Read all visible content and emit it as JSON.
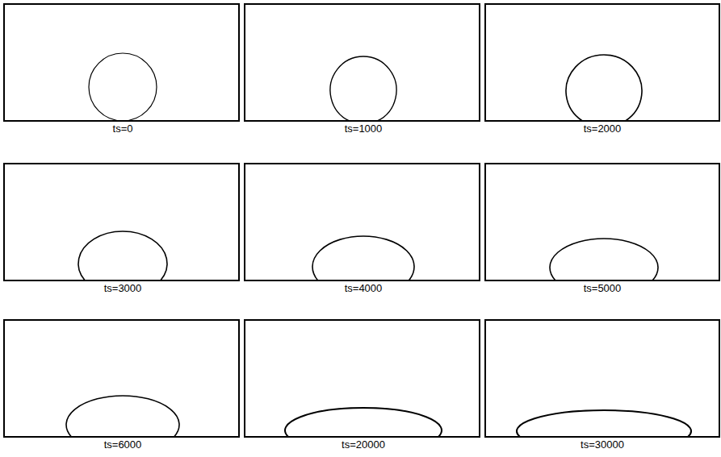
{
  "diagram": {
    "labels": [
      "ts=0",
      "ts=1000",
      "ts=2000",
      "ts=3000",
      "ts=4000",
      "ts=5000",
      "ts=6000",
      "ts=20000",
      "ts=30000"
    ]
  }
}
